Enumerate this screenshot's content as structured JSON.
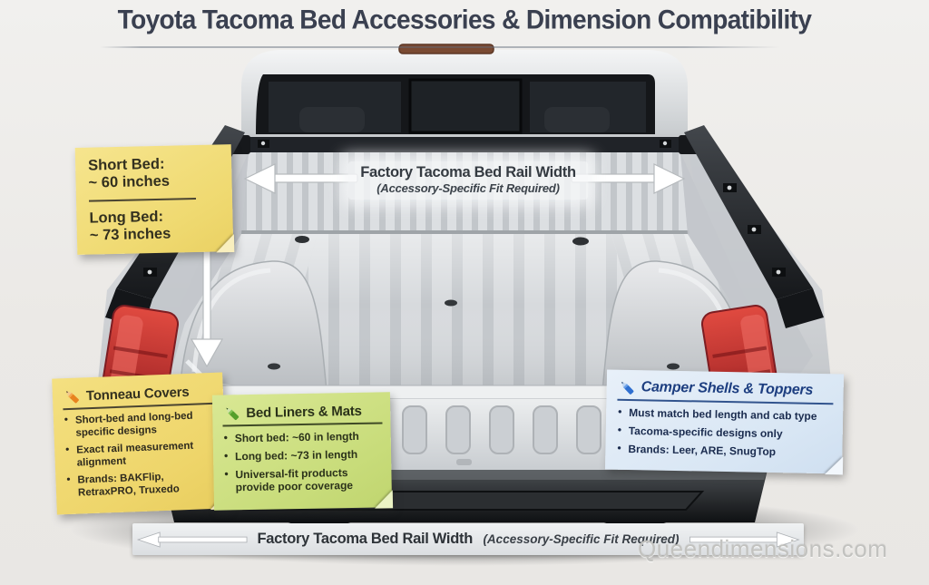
{
  "title": "Toyota Tacoma Bed Accessories & Dimension Compatibility",
  "top_rail_label": {
    "heading": "Factory Tacoma Bed Rail Width",
    "subheading": "(Accessory-Specific Fit Required)"
  },
  "bottom_rail_label": {
    "heading": "Factory Tacoma Bed Rail Width",
    "subheading": "(Accessory-Specific Fit Required)"
  },
  "bed_dimensions_note": {
    "short_bed_label": "Short Bed:",
    "short_bed_value": "~ 60 inches",
    "long_bed_label": "Long Bed:",
    "long_bed_value": "~ 73 inches"
  },
  "tonneau_note": {
    "icon": "orange-pencil-icon",
    "title": "Tonneau Covers",
    "bullets": [
      "Short-bed and long-bed specific designs",
      "Exact rail measurement alignment",
      "Brands: BAKFlip, RetraxPRO, Truxedo"
    ]
  },
  "bed_liners_note": {
    "icon": "green-pencil-icon",
    "title": "Bed Liners & Mats",
    "bullets": [
      "Short bed: ~60 in length",
      "Long bed: ~73 in length",
      "Universal-fit products provide poor coverage"
    ]
  },
  "camper_note": {
    "icon": "blue-pencil-icon",
    "title": "Camper Shells & Toppers",
    "bullets": [
      "Must match bed length and cab type",
      "Tacoma-specific designs only",
      "Brands: Leer, ARE, SnugTop"
    ]
  },
  "watermark": "Queendimensions.com",
  "colors": {
    "background": "#ece9e6",
    "title_color": "#3a4050",
    "note_yellow": "#efd970",
    "note_green": "#c8dc7a",
    "note_blue": "#d8e6f4",
    "camper_accent": "#1d3e80",
    "taillight_red": "#c0272d",
    "rail_black": "#1c1f23",
    "bed_silver": "#ccd0d3"
  }
}
